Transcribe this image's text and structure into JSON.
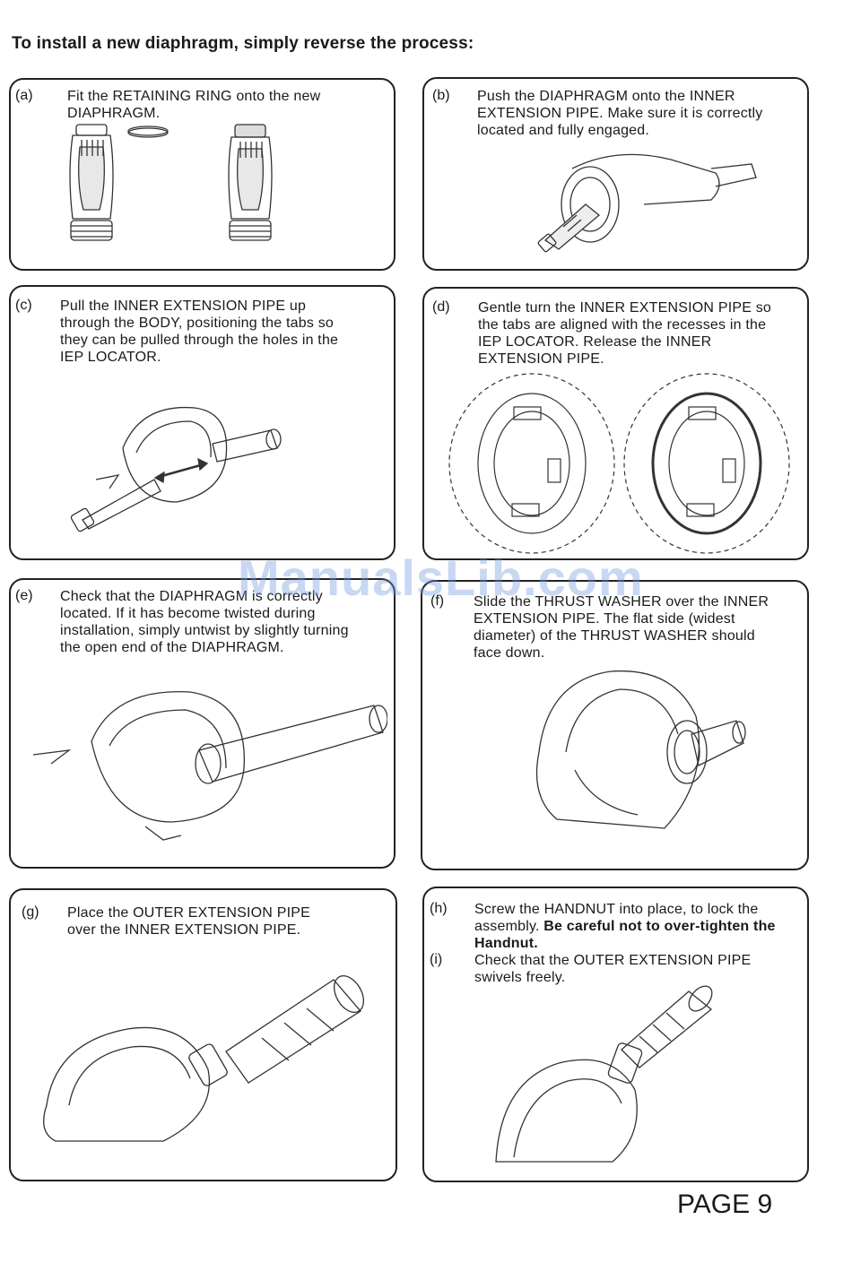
{
  "heading": "To install a new diaphragm, simply reverse the process:",
  "steps": [
    {
      "tag": "(a)",
      "lines": [
        "Fit the RETAINING RING  onto the new",
        "DIAPHRAGM."
      ]
    },
    {
      "tag": "(b)",
      "lines": [
        "Push the DIAPHRAGM onto the INNER",
        "EXTENSION PIPE. Make sure it is correctly",
        "located and fully engaged."
      ]
    },
    {
      "tag": "(c)",
      "lines": [
        "Pull the INNER EXTENSION PIPE up",
        "through the BODY, positioning the tabs so",
        "they can be pulled through the holes in the",
        "IEP LOCATOR."
      ]
    },
    {
      "tag": "(d)",
      "lines": [
        "Gentle turn the INNER EXTENSION PIPE so",
        "the tabs are aligned with the recesses in the",
        "IEP LOCATOR. Release the INNER",
        "EXTENSION PIPE."
      ]
    },
    {
      "tag": "(e)",
      "lines": [
        "Check that the DIAPHRAGM is correctly",
        "located. If it has become twisted during",
        "installation, simply untwist by slightly turning",
        "the open end of the DIAPHRAGM."
      ]
    },
    {
      "tag": "(f)",
      "lines": [
        "Slide the THRUST WASHER over the INNER",
        "EXTENSION PIPE. The flat side (widest",
        "diameter) of the THRUST WASHER should",
        "face down."
      ]
    },
    {
      "tag": "(g)",
      "lines": [
        "Place the OUTER EXTENSION PIPE",
        "over the INNER EXTENSION PIPE."
      ]
    },
    {
      "tag": "(h)",
      "line1": "Screw the HANDNUT into place, to lock the",
      "line2_plain": "assembly. ",
      "line2_bold": "Be careful not to over-tighten the",
      "line3_bold": "Handnut."
    },
    {
      "tag": "(i)",
      "lines": [
        "Check that the OUTER EXTENSION PIPE",
        "swivels freely."
      ]
    }
  ],
  "watermark": "ManualsLib.com",
  "page_number": "PAGE 9"
}
